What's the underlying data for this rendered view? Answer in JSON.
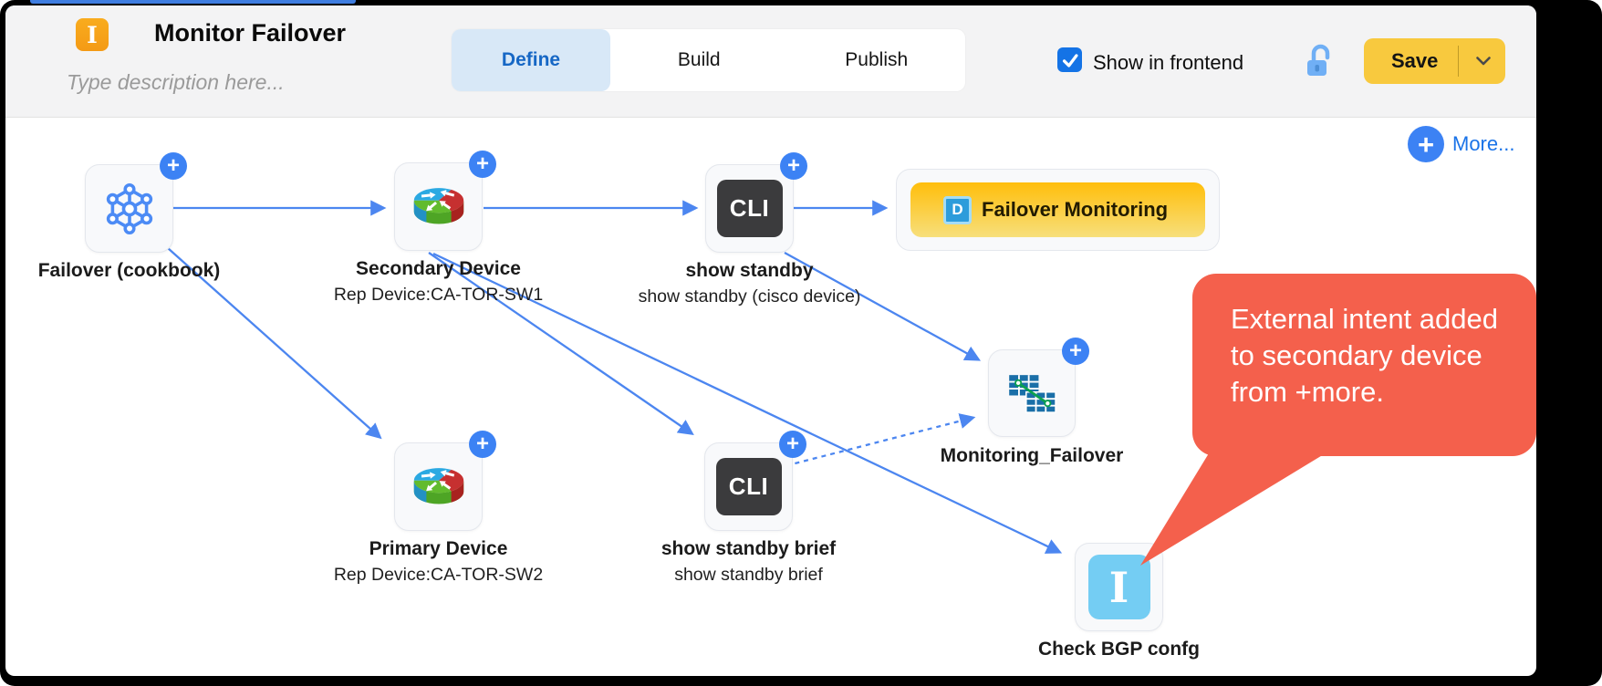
{
  "header": {
    "intent_badge": "I",
    "title": "Monitor Failover",
    "description_placeholder": "Type description here...",
    "tabs": {
      "define": "Define",
      "build": "Build",
      "publish": "Publish",
      "active_tab": "Define"
    },
    "show_in_frontend_label": "Show in frontend",
    "show_in_frontend_checked": true,
    "save_label": "Save"
  },
  "canvas": {
    "more_label": "More...",
    "nodes": {
      "failover_cookbook": {
        "label": "Failover (cookbook)"
      },
      "secondary_device": {
        "label": "Secondary Device",
        "sublabel": "Rep Device:CA-TOR-SW1"
      },
      "show_standby": {
        "icon_text": "CLI",
        "label": "show standby",
        "sublabel": "show standby (cisco device)"
      },
      "failover_monitoring": {
        "badge": "D",
        "label": "Failover Monitoring"
      },
      "primary_device": {
        "label": "Primary Device",
        "sublabel": "Rep Device:CA-TOR-SW2"
      },
      "show_standby_brief": {
        "icon_text": "CLI",
        "label": "show standby brief",
        "sublabel": "show standby brief"
      },
      "monitoring_failover": {
        "label": "Monitoring_Failover"
      },
      "check_bgp": {
        "icon_text": "I",
        "label": "Check BGP confg"
      }
    },
    "callout": {
      "line1": "External intent added",
      "line2": "to secondary device",
      "line3": "from +more."
    }
  },
  "colors": {
    "accent_blue": "#4C86F0",
    "badge_blue": "#3C82F4",
    "save_yellow": "#F8C93E",
    "intent_orange": "#F7A61E",
    "intent_blue": "#74CDF3",
    "callout_red": "#F4604C",
    "monitor_yellow_top": "#FFBE0B",
    "monitor_yellow_bottom": "#F7DF7C"
  }
}
